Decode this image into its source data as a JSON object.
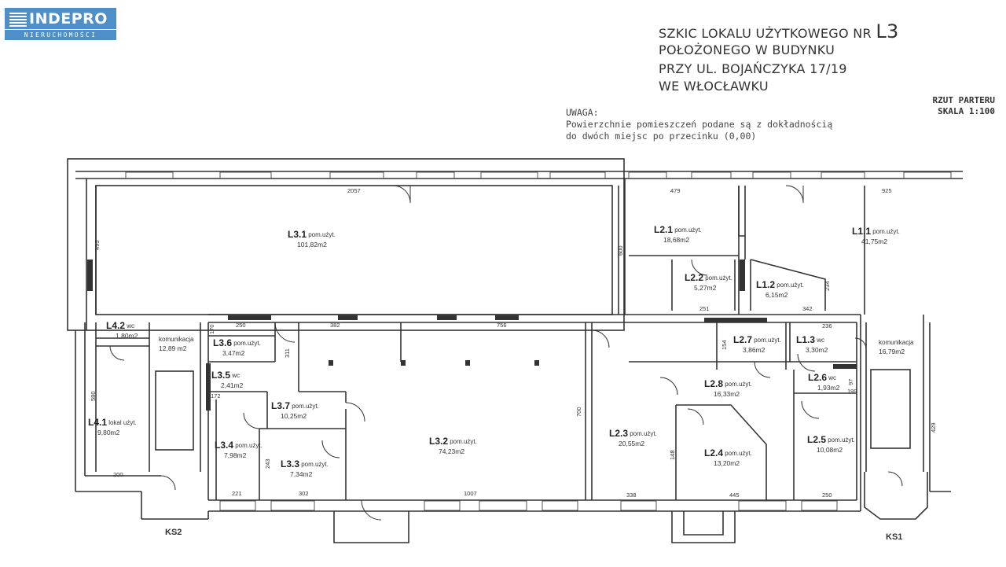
{
  "logo": {
    "name": "INDEPRO",
    "subtitle": "NIERUCHOMOŚCI"
  },
  "header": {
    "line1_text": "SZKIC LOKALU UŻYTKOWEGO NR",
    "line1_number": "L3",
    "line2": "POŁOŻONEGO W BUDYNKU",
    "line3": "PRZY UL. BOJAŃCZYKA 17/19",
    "line4": "WE WŁOCŁAWKU"
  },
  "note": {
    "label": "UWAGA:",
    "line1": "Powierzchnie pomieszczeń podane są z dokładnością",
    "line2": "do dwóch miejsc po przecinku (0,00)"
  },
  "view": {
    "line1": "RZUT PARTERU",
    "line2": "SKALA 1:100"
  },
  "rooms": [
    {
      "id": "L3.1",
      "type": "pom.użyt.",
      "area": "101,82m2"
    },
    {
      "id": "L2.1",
      "type": "pom.użyt.",
      "area": "18,68m2"
    },
    {
      "id": "L1.1",
      "type": "pom.użyt.",
      "area": "41,75m2"
    },
    {
      "id": "L2.2",
      "type": "pom.użyt.",
      "area": "5,27m2"
    },
    {
      "id": "L1.2",
      "type": "pom.użyt.",
      "area": "6,15m2"
    },
    {
      "id": "L4.2",
      "type": "wc",
      "area": "1,80m2"
    },
    {
      "id": "",
      "type": "komunikacja",
      "area": "12,89 m2"
    },
    {
      "id": "L3.6",
      "type": "pom.użyt.",
      "area": "3,47m2"
    },
    {
      "id": "L3.5",
      "type": "wc",
      "area": "2,41m2"
    },
    {
      "id": "L3.7",
      "type": "pom.użyt.",
      "area": "10,25m2"
    },
    {
      "id": "L4.1",
      "type": "lokal użyt.",
      "area": "9,80m2"
    },
    {
      "id": "L3.4",
      "type": "pom.użyt.",
      "area": "7,98m2"
    },
    {
      "id": "L3.3",
      "type": "pom.użyt.",
      "area": "7,34m2"
    },
    {
      "id": "L3.2",
      "type": "pom.użyt.",
      "area": "74,23m2"
    },
    {
      "id": "L2.3",
      "type": "pom.użyt.",
      "area": "20,55m2"
    },
    {
      "id": "L2.7",
      "type": "pom.użyt.",
      "area": "3,86m2"
    },
    {
      "id": "L1.3",
      "type": "wc",
      "area": "3,30m2"
    },
    {
      "id": "L2.8",
      "type": "pom.użyt.",
      "area": "16,33m2"
    },
    {
      "id": "L2.6",
      "type": "wc",
      "area": "1,93m2"
    },
    {
      "id": "L2.4",
      "type": "pom.użyt.",
      "area": "13,20m2"
    },
    {
      "id": "L2.5",
      "type": "pom.użyt.",
      "area": "10,08m2"
    },
    {
      "id": "",
      "type": "komunikacja",
      "area": "16,79m2"
    }
  ],
  "dimensions": [
    "2057",
    "495",
    "600",
    "479",
    "925",
    "250",
    "382",
    "756",
    "311",
    "170",
    "172",
    "221",
    "302",
    "1007",
    "338",
    "445",
    "250",
    "200",
    "580",
    "243",
    "148",
    "700",
    "251",
    "342",
    "236",
    "154",
    "199",
    "429",
    "97",
    "234"
  ],
  "stairs": {
    "left": "KS2",
    "right": "KS1"
  }
}
